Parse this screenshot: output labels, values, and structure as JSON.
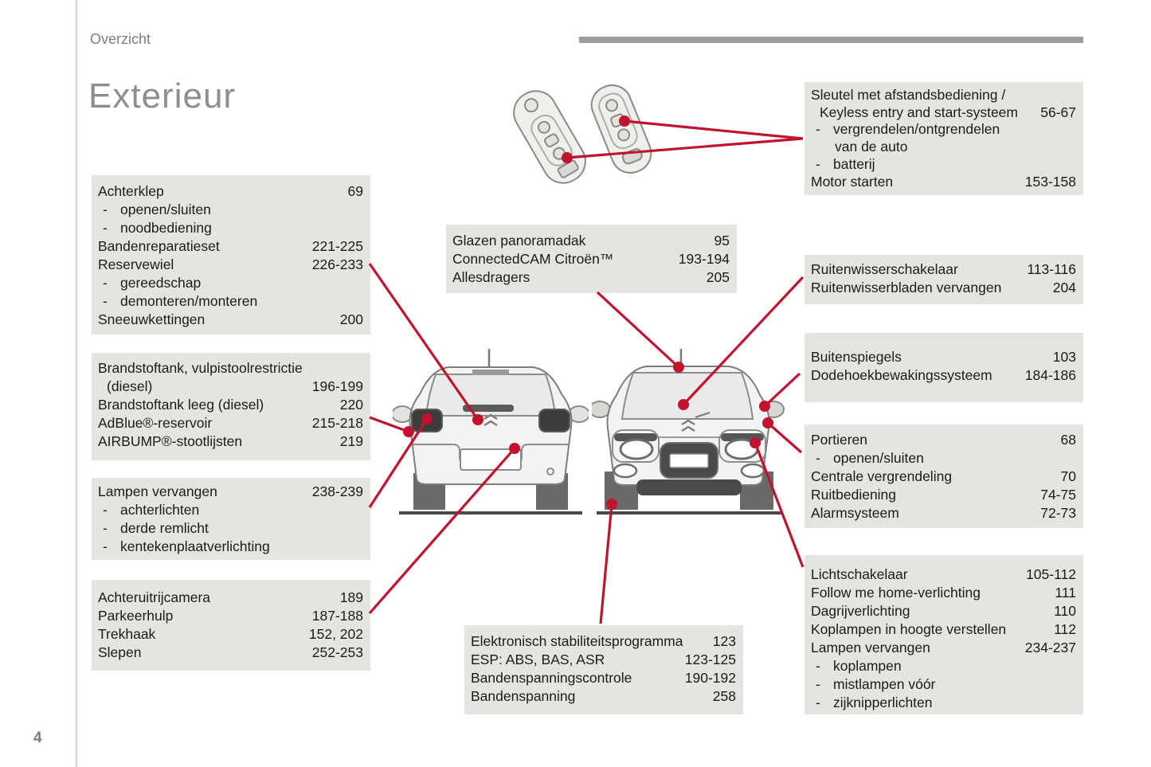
{
  "page": {
    "header": "Overzicht",
    "title": "Exterieur",
    "page_number": "4"
  },
  "colors": {
    "accent_red": "#c1122f",
    "box_bg": "#e4e4e0",
    "title_gray": "#8e8e8e",
    "bar_gray": "#9c9c9c"
  },
  "boxes": {
    "sleutel": [
      {
        "label": "Sleutel met afstandsbediening /"
      },
      {
        "label": "Keyless entry and start-systeem",
        "pages": "56-67",
        "indent": 1
      },
      {
        "label": "vergrendelen/ontgrendelen",
        "bullet": true
      },
      {
        "label": "van de auto",
        "indent": 2
      },
      {
        "label": "batterij",
        "bullet": true
      },
      {
        "label": "Motor starten",
        "pages": "153-158"
      }
    ],
    "achterklep": [
      {
        "label": "Achterklep",
        "pages": "69"
      },
      {
        "label": "openen/sluiten",
        "bullet": true
      },
      {
        "label": "noodbediening",
        "bullet": true
      },
      {
        "label": "Bandenreparatieset",
        "pages": "221-225"
      },
      {
        "label": "Reservewiel",
        "pages": "226-233"
      },
      {
        "label": "gereedschap",
        "bullet": true
      },
      {
        "label": "demonteren/monteren",
        "bullet": true
      },
      {
        "label": "Sneeuwkettingen",
        "pages": "200"
      }
    ],
    "glazen": [
      {
        "label": "Glazen panoramadak",
        "pages": "95"
      },
      {
        "label": "ConnectedCAM Citroën™",
        "pages": "193-194"
      },
      {
        "label": "Allesdragers",
        "pages": "205"
      }
    ],
    "ruitenwisser": [
      {
        "label": "Ruitenwisserschakelaar",
        "pages": "113-116"
      },
      {
        "label": "Ruitenwisserbladen vervangen",
        "pages": "204"
      }
    ],
    "brandstof": [
      {
        "label": "Brandstoftank, vulpistoolrestrictie"
      },
      {
        "label": "(diesel)",
        "pages": "196-199",
        "indent": 1
      },
      {
        "label": "Brandstoftank leeg (diesel)",
        "pages": "220"
      },
      {
        "label": "AdBlue®-reservoir",
        "pages": "215-218"
      },
      {
        "label": "AIRBUMP®-stootlijsten",
        "pages": "219"
      }
    ],
    "buitenspiegels": [
      {
        "label": "Buitenspiegels",
        "pages": "103"
      },
      {
        "label": "Dodehoekbewakingssysteem",
        "pages": "184-186"
      }
    ],
    "portieren": [
      {
        "label": "Portieren",
        "pages": "68"
      },
      {
        "label": "openen/sluiten",
        "bullet": true
      },
      {
        "label": "Centrale vergrendeling",
        "pages": "70"
      },
      {
        "label": "Ruitbediening",
        "pages": "74-75"
      },
      {
        "label": "Alarmsysteem",
        "pages": "72-73"
      }
    ],
    "lampen": [
      {
        "label": "Lampen vervangen",
        "pages": "238-239"
      },
      {
        "label": "achterlichten",
        "bullet": true
      },
      {
        "label": "derde remlicht",
        "bullet": true
      },
      {
        "label": "kentekenplaatverlichting",
        "bullet": true
      }
    ],
    "lichtschakelaar": [
      {
        "label": "Lichtschakelaar",
        "pages": "105-112"
      },
      {
        "label": "Follow me home-verlichting",
        "pages": "111"
      },
      {
        "label": "Dagrijverlichting",
        "pages": "110"
      },
      {
        "label": "Koplampen in hoogte verstellen",
        "pages": "112"
      },
      {
        "label": "Lampen vervangen",
        "pages": "234-237"
      },
      {
        "label": "koplampen",
        "bullet": true
      },
      {
        "label": "mistlampen vóór",
        "bullet": true
      },
      {
        "label": "zijknipperlichten",
        "bullet": true
      }
    ],
    "achteruitrij": [
      {
        "label": "Achteruitrijcamera",
        "pages": "189"
      },
      {
        "label": "Parkeerhulp",
        "pages": "187-188"
      },
      {
        "label": "Trekhaak",
        "pages": "152, 202"
      },
      {
        "label": "Slepen",
        "pages": "252-253"
      }
    ],
    "esp": [
      {
        "label": "Elektronisch stabiliteitsprogramma",
        "pages": "123"
      },
      {
        "label": "ESP: ABS, BAS, ASR",
        "pages": "123-125"
      },
      {
        "label": "Bandenspanningscontrole",
        "pages": "190-192"
      },
      {
        "label": "Bandenspanning",
        "pages": "258"
      }
    ]
  }
}
